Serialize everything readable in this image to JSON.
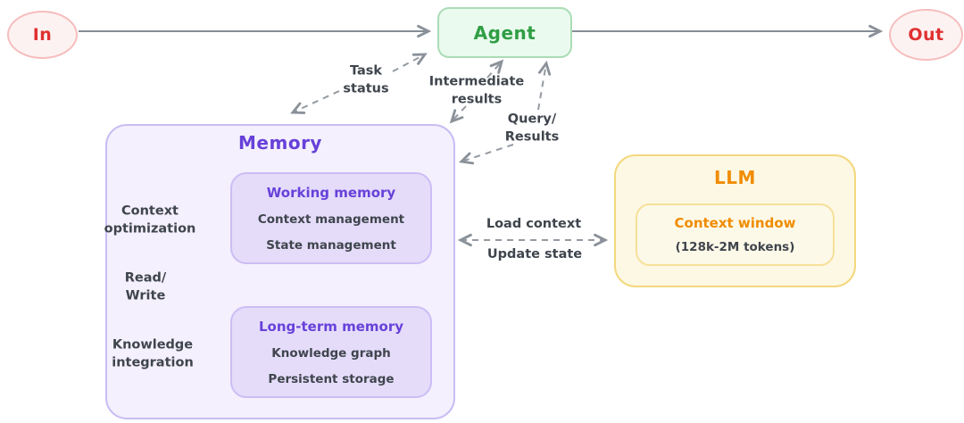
{
  "nodes": {
    "input": {
      "label": "In"
    },
    "agent": {
      "label": "Agent"
    },
    "output": {
      "label": "Out"
    },
    "memory": {
      "title": "Memory",
      "working_memory": {
        "title": "Working memory",
        "items": [
          "Context management",
          "State management"
        ]
      },
      "long_term_memory": {
        "title": "Long-term memory",
        "items": [
          "Knowledge graph",
          "Persistent storage"
        ]
      }
    },
    "llm": {
      "title": "LLM",
      "context_window": {
        "title": "Context window",
        "capacity": "(128k-2M tokens)"
      }
    }
  },
  "edge_labels": {
    "task_status": "Task\nstatus",
    "intermediate_results": "Intermediate\nresults",
    "query_results": "Query/\nResults",
    "load_context": "Load context",
    "update_state": "Update state",
    "context_optimization": "Context\noptimization",
    "read_write": "Read/\nWrite",
    "knowledge_integration": "Knowledge\nintegration"
  },
  "colors": {
    "in_out_text": "#e03131",
    "in_out_fill": "#fdf2f2",
    "in_out_border": "#f6bdbd",
    "agent_text": "#2f9e44",
    "agent_fill": "#eafaee",
    "agent_border": "#abdcb5",
    "memory_text": "#6741d9",
    "memory_fill": "#f4f0fd",
    "memory_inner_fill": "#e5dcfa",
    "memory_border": "#c9bdf3",
    "llm_text": "#f08c00",
    "llm_fill": "#fdf8e3",
    "llm_border": "#f3d87e",
    "arrow_gray": "#8a9199",
    "label_text": "#3f454d"
  }
}
